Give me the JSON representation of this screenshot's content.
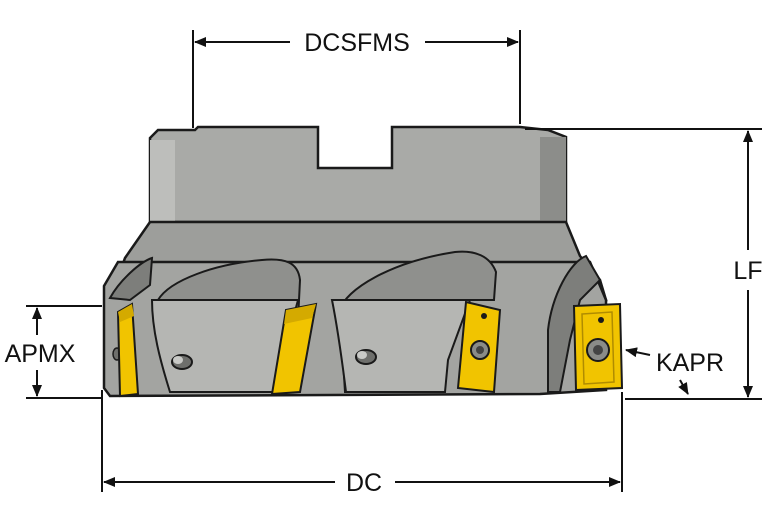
{
  "labels": {
    "dcsfms": "DCSFMS",
    "lf": "LF",
    "apmx": "APMX",
    "kapr": "KAPR",
    "dc": "DC"
  },
  "colors": {
    "body": "#a9aaa7",
    "body_dark": "#7d7e7b",
    "body_light": "#c7c8c5",
    "outline": "#1a1a1a",
    "insert": "#f1c400",
    "insert_dark": "#b08c00",
    "dimension": "#111111"
  }
}
